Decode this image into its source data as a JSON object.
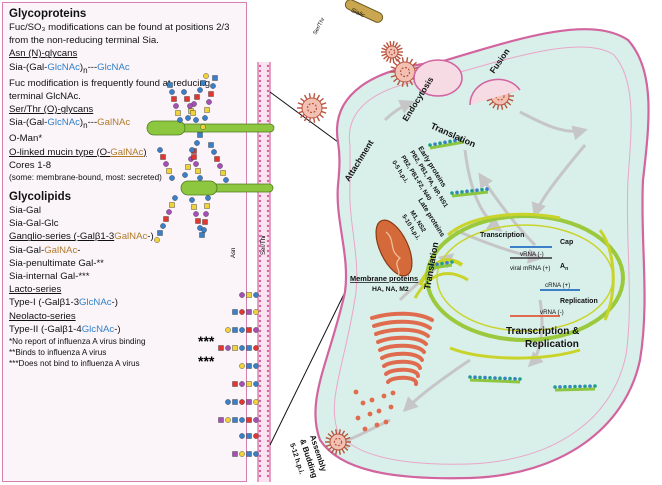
{
  "legend": {
    "glycoproteins_title": "Glycoproteins",
    "fuc_note": "Fuc/SO₃ modifications can be found at positions 2/3 from the non-reducing terminal Sia.",
    "asn_title": "Asn (N)-glycans",
    "asn_formula": [
      "Sia-(Gal-",
      "GlcNAc",
      ")",
      "n",
      "---",
      "GlcNAc"
    ],
    "asn_note": "Fuc modification is frequently found at reducing terminal GlcNAc.",
    "ser_title": "Ser/Thr (O)-glycans",
    "ser_formula": [
      "Sia-(Gal-",
      "GlcNAc",
      ")",
      "n",
      "---",
      "GalNAc"
    ],
    "oman": "O-Man*",
    "mucin_title": "O-linked mucin type (O-",
    "mucin_sugar": "GalNAc",
    "mucin_close": ")",
    "cores": "Cores 1-8",
    "cores_note": "(some: membrane-bound, most: secreted)",
    "glycolipids_title": "Glycolipids",
    "sia_gal": "Sia-Gal",
    "sia_gal_glc": "Sia-Gal-Glc",
    "ganglio_title": "Ganglio-series (-Galβ1-3",
    "ganglio_sugar": "GalNAc",
    "ganglio_close": "-)",
    "sia_gal_galnac": "Sia-Gal-",
    "sia_gal_galnac_sugar": "GalNAc",
    "sia_gal_galnac_close": "-",
    "sia_penultimate": "Sia-penultimate Gal-**",
    "sia_internal": "Sia-internal Gal-***",
    "lacto_title": "Lacto-series",
    "type1": "Type-I (-Galβ1-3",
    "type1_sugar": "GlcNAc",
    "type1_close": "-)",
    "neolacto_title": "Neolacto-series",
    "type2": "Type-II (-Galβ1-4",
    "type2_sugar": "GlcNAc",
    "type2_close": "-)",
    "foot1": "*No report of influenza A virus binding",
    "foot2": "**Binds to influenza A virus",
    "foot3": "***Does not bind to influenza A virus"
  },
  "diagram": {
    "sialic": "Sialic",
    "ser_thr_top": "Ser/Thr",
    "asn_label": "Asn",
    "ser_thr_label": "Ser/Thr",
    "stars_a": "***",
    "stars_b": "***",
    "attachment": "Attachment",
    "endocytosis": "Endocytosis",
    "fusion": "Fusion",
    "translation_top": "Translation",
    "early_proteins": "Early proteins",
    "early_list1": "PB2, PB1, PA, NP, NS1",
    "early_list2": "PB2, PB1-F2, N40",
    "early_time": "0-5 h.p.i.",
    "late_proteins": "Late proteins",
    "late_list1": "M1, NS2",
    "late_time": "5-10 h.p.i.",
    "translation_mid": "Translation",
    "membrane_proteins": "Membrane proteins",
    "membrane_list": "HA, NA, M2",
    "transcription": "Transcription",
    "cap": "Cap",
    "vrna_minus1": "vRNA (-)",
    "viral_mrna": "viral mRNA (+)",
    "an": "A",
    "an_sub": "n",
    "crna": "cRNA (+)",
    "replication": "Replication",
    "vrna_minus2": "vRNA (-)",
    "tr_rep1": "Transcription &",
    "tr_rep2": "Replication",
    "assembly1": "Assembly",
    "assembly2": "& Budding",
    "assembly3": "5-12 h.p.i."
  },
  "colors": {
    "cell_fill": "#d9efe9",
    "cell_stroke": "#d2649f",
    "virion": "#e07f6a",
    "nucleus": "#9bc93d",
    "er": "#e06c4f",
    "arrow": "#c6c6c6"
  }
}
